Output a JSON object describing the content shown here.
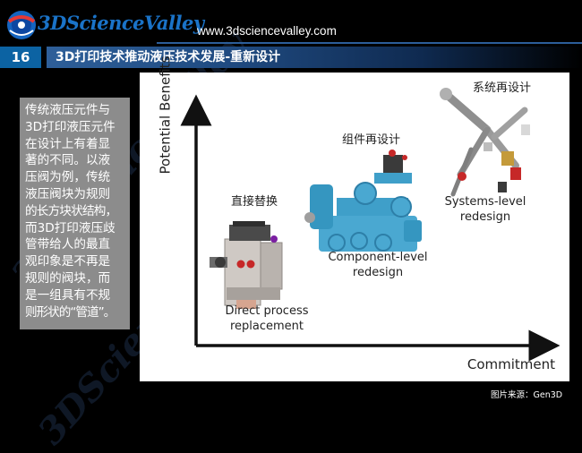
{
  "header": {
    "logo_text": "3DScienceValley",
    "site_url": "www.3dsciencevalley.com"
  },
  "slide": {
    "number": "16",
    "title": "3D打印技术推动液压技术发展-重新设计"
  },
  "body_text": [
    "传统液压元件与",
    "3D打印液压元件",
    "在设计上有着显",
    "著的不同。以液",
    "压阀为例，传统",
    "液压阀块为规则",
    "的长方块状结构，",
    "而3D打印液压歧",
    "管带给人的最直",
    "观印象是不再是",
    "规则的阀块，而",
    "是一组具有不规",
    "则形状的“管道”。"
  ],
  "figure": {
    "y_axis_title": "Potential Benefits",
    "x_axis_title": "Commitment",
    "stages": [
      {
        "label_cn": "直接替换",
        "label_en_1": "Direct process",
        "label_en_2": "replacement"
      },
      {
        "label_cn": "组件再设计",
        "label_en_1": "Component-level",
        "label_en_2": "redesign"
      },
      {
        "label_cn": "系统再设计",
        "label_en_1": "Systems-level",
        "label_en_2": "redesign"
      }
    ]
  },
  "credit": "图片来源：Gen3D",
  "colors": {
    "background": "#000000",
    "accent_blue": "#0c63a3",
    "text_panel": "#8c8c8c",
    "component_blue": "#3f9fc9"
  }
}
